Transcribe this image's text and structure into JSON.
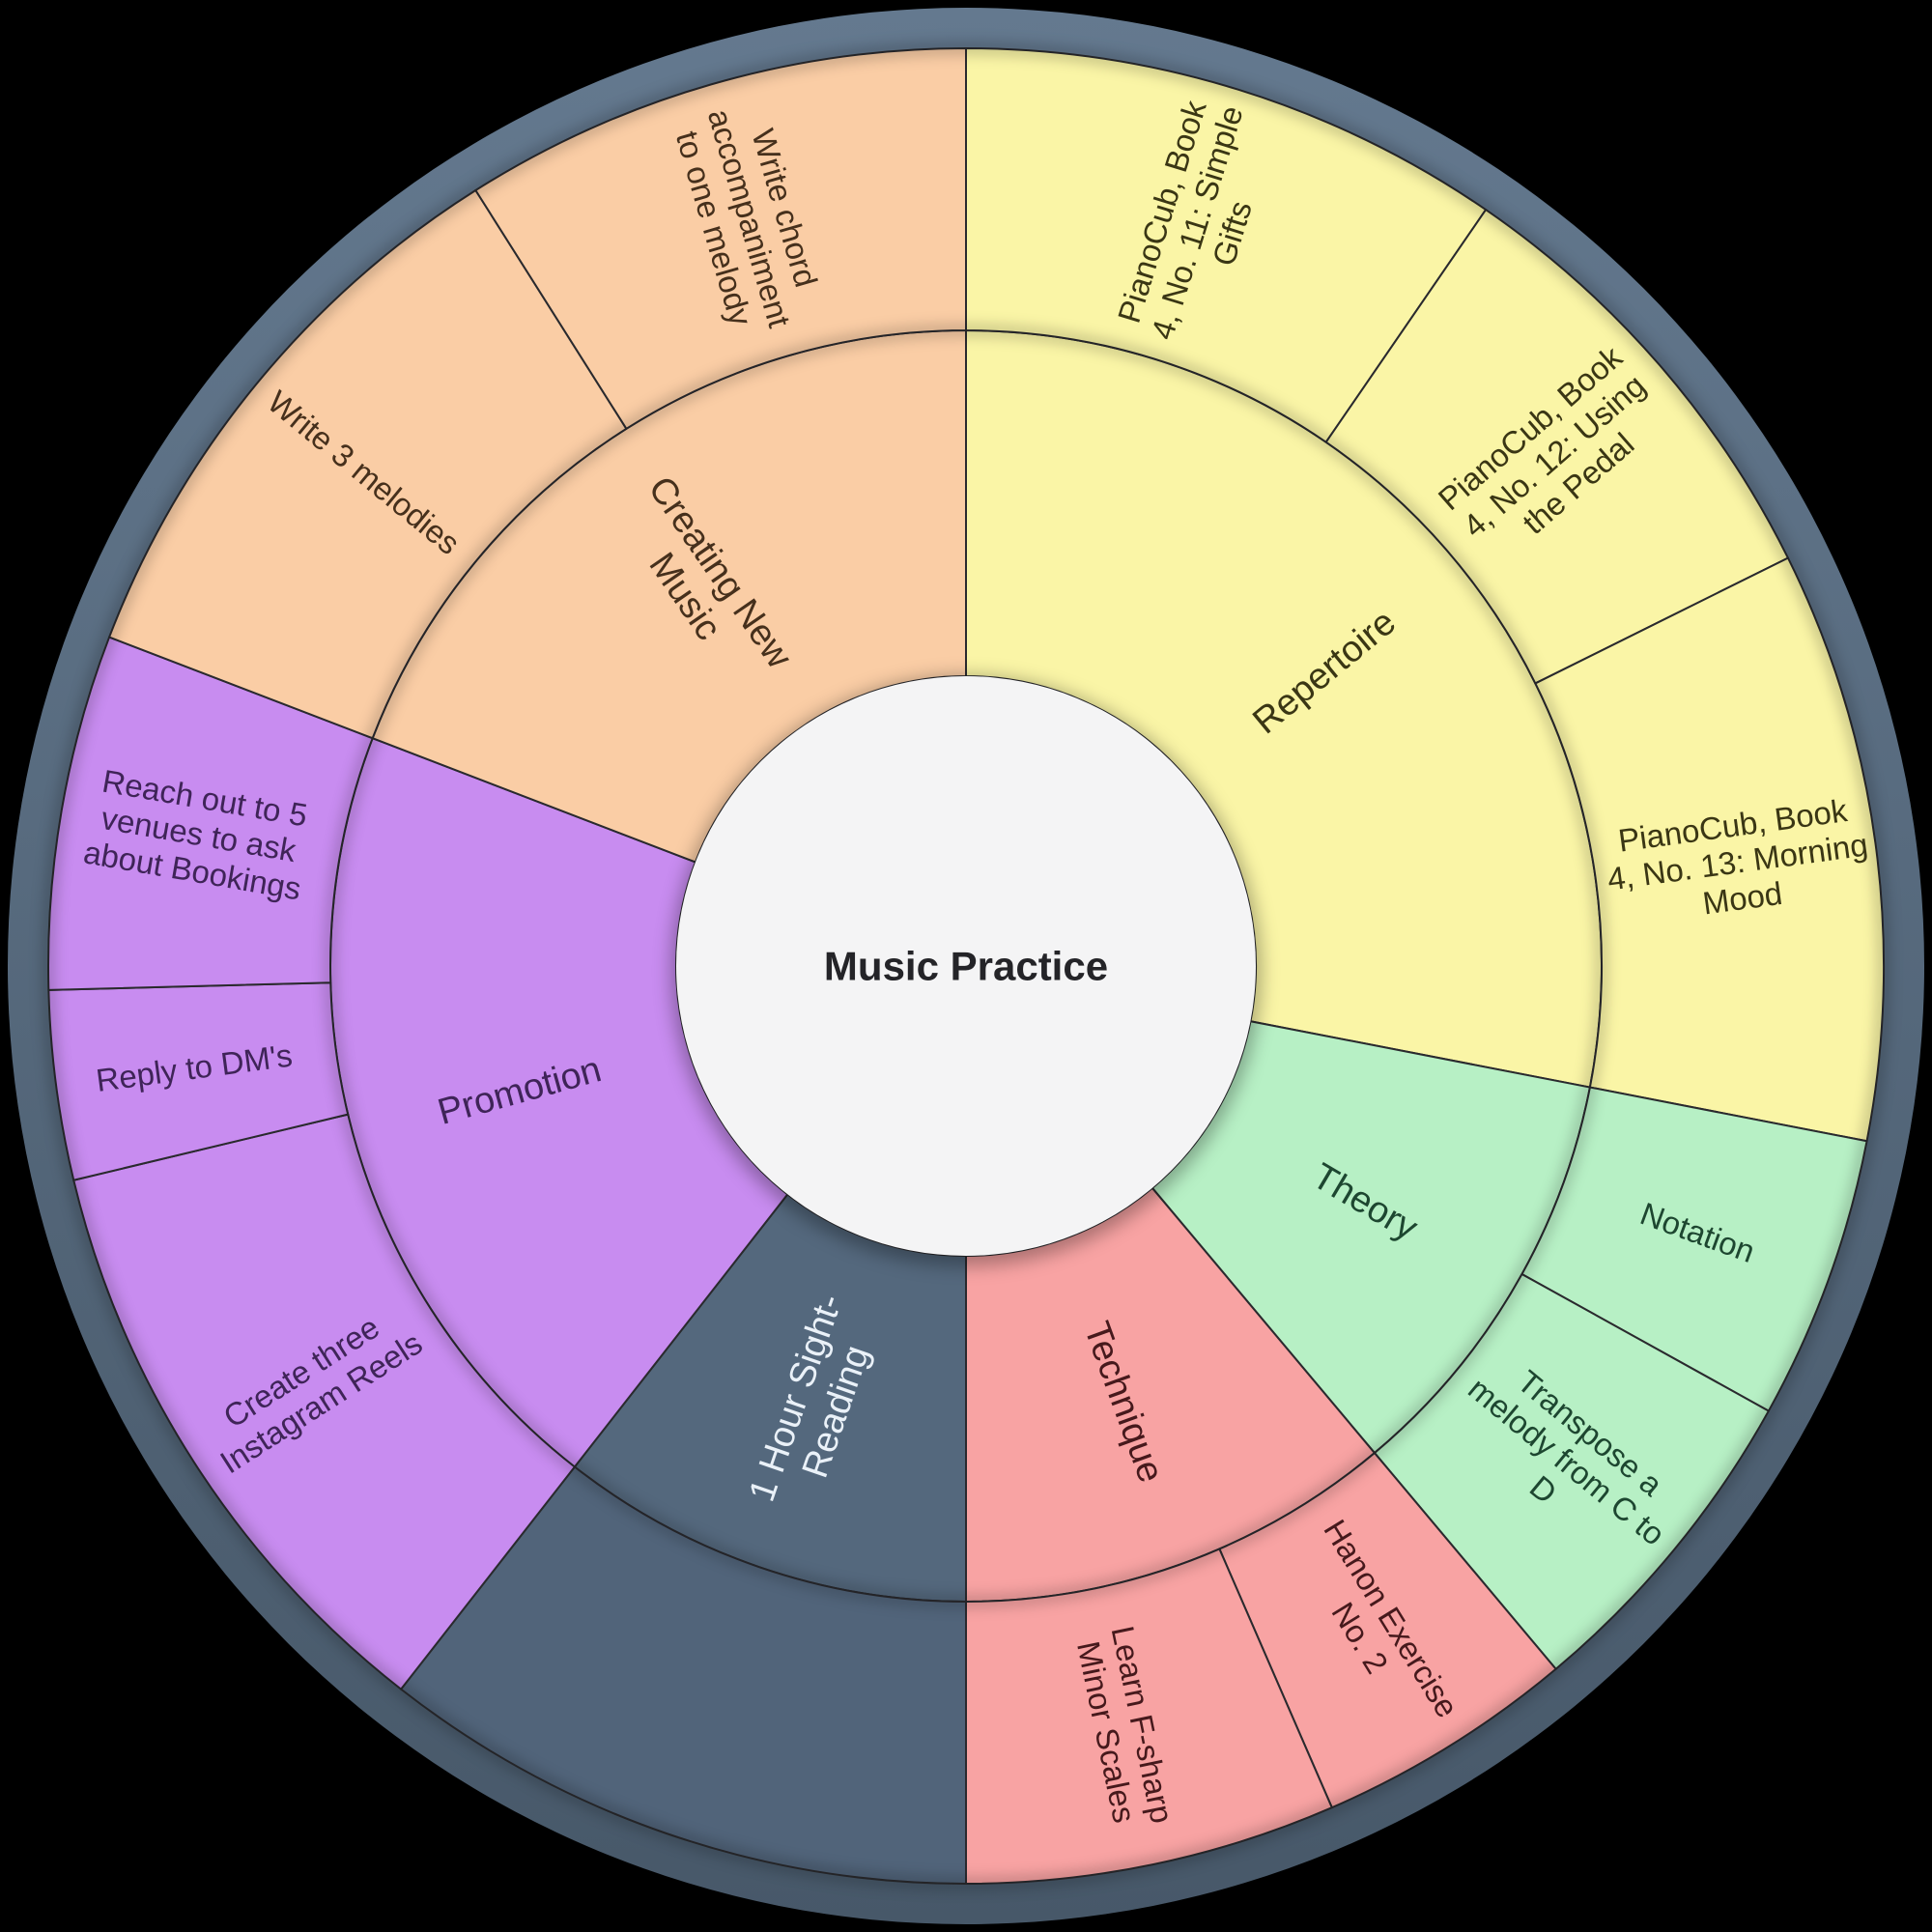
{
  "chart_data": {
    "type": "sunburst",
    "title": "Music Practice",
    "center_label": "Music Practice",
    "legend": "none",
    "angle_unit": "degrees clockwise from 12 o'clock",
    "colors": {
      "background": "#000000",
      "rim": "#54677C",
      "rim_top": "#64798F",
      "rim_bottom": "#475869",
      "center_fill": "#F4F4F5",
      "center_text": "#242428",
      "cell_stroke": "#2A2A2E"
    },
    "segments": [
      {
        "id": "repertoire",
        "label": "Repertoire",
        "label_lines": [
          "Repertoire"
        ],
        "color": "#FAF5A6",
        "text_color": "#3A3614",
        "start": 0,
        "end": 101,
        "children": [
          {
            "id": "pianocub-book4-no11",
            "label": "PianoCub, Book 4, No. 11: Simple Gifts",
            "label_lines": [
              "PianoCub, Book",
              "4, No. 11: Simple",
              "Gifts"
            ],
            "start": 0,
            "end": 34.5
          },
          {
            "id": "pianocub-book4-no12",
            "label": "PianoCub, Book 4, No. 12: Using the Pedal",
            "label_lines": [
              "PianoCub, Book",
              "4, No. 12: Using",
              "the Pedal"
            ],
            "start": 34.5,
            "end": 63.6
          },
          {
            "id": "pianocub-book4-no13",
            "label": "PianoCub, Book 4, No. 13: Morning Mood",
            "label_lines": [
              "PianoCub, Book",
              "4, No. 13: Morning",
              "Mood"
            ],
            "start": 63.6,
            "end": 101
          }
        ]
      },
      {
        "id": "theory",
        "label": "Theory",
        "label_lines": [
          "Theory"
        ],
        "color": "#B7F0C5",
        "text_color": "#1D4630",
        "start": 101,
        "end": 140,
        "children": [
          {
            "id": "notation",
            "label": "Notation",
            "label_lines": [
              "Notation"
            ],
            "start": 101,
            "end": 119
          },
          {
            "id": "transpose-melody",
            "label": "Transpose a melody from C to D",
            "label_lines": [
              "Transpose a",
              "melody from C to",
              "D"
            ],
            "start": 119,
            "end": 140
          }
        ]
      },
      {
        "id": "technique",
        "label": "Technique",
        "label_lines": [
          "Technique"
        ],
        "color": "#F8A3A3",
        "text_color": "#46191C",
        "start": 140,
        "end": 180,
        "children": [
          {
            "id": "hanon-exercise",
            "label": "Hanon Exercise No. 2",
            "label_lines": [
              "Hanon Exercise",
              "No. 2"
            ],
            "start": 140,
            "end": 156.5
          },
          {
            "id": "f-sharp-minor-scales",
            "label": "Learn F-sharp Minor Scales",
            "label_lines": [
              "Learn F-sharp",
              "Minor Scales"
            ],
            "start": 156.5,
            "end": 180
          }
        ]
      },
      {
        "id": "sight-reading",
        "label": "1 Hour Sight-Reading",
        "label_lines": [
          "1 Hour Sight-",
          "Reading"
        ],
        "color": "#54687D",
        "text_color": "#EAF1F8",
        "start": 180,
        "end": 218,
        "children": [
          {
            "id": "sight-reading-outer",
            "label": "",
            "label_lines": [],
            "color": "#51647A",
            "start": 180,
            "end": 218
          }
        ]
      },
      {
        "id": "promotion",
        "label": "Promotion",
        "label_lines": [
          "Promotion"
        ],
        "color": "#C88CF0",
        "text_color": "#3F2458",
        "start": 218,
        "end": 291,
        "children": [
          {
            "id": "instagram-reels",
            "label": "Create three Instagram Reels",
            "label_lines": [
              "Create three",
              "Instagram Reels"
            ],
            "start": 218,
            "end": 256.5
          },
          {
            "id": "reply-dms",
            "label": "Reply to DM's",
            "label_lines": [
              "Reply to DM's"
            ],
            "start": 256.5,
            "end": 268.5
          },
          {
            "id": "venue-outreach",
            "label": "Reach out to 5 venues to ask about Bookings",
            "label_lines": [
              "Reach out to 5",
              "venues to ask",
              "about Bookings"
            ],
            "start": 268.5,
            "end": 291
          }
        ]
      },
      {
        "id": "creating-new-music",
        "label": "Creating New Music",
        "label_lines": [
          "Creating New",
          "Music"
        ],
        "color": "#FACDA5",
        "text_color": "#46301C",
        "start": 291,
        "end": 360,
        "children": [
          {
            "id": "write-3-melodies",
            "label": "Write 3 melodies",
            "label_lines": [
              "Write 3 melodies"
            ],
            "start": 291,
            "end": 327.7
          },
          {
            "id": "chord-accompaniment",
            "label": "Write chord accompaniment to one melody",
            "label_lines": [
              "Write chord",
              "accompaniment",
              "to one melody"
            ],
            "start": 327.7,
            "end": 360
          }
        ]
      }
    ]
  }
}
